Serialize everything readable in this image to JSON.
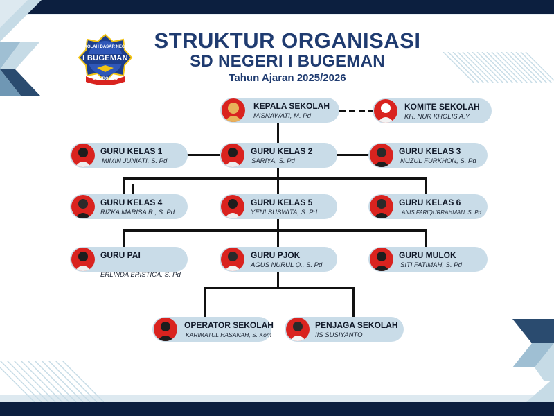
{
  "header": {
    "title": "STRUKTUR ORGANISASI",
    "subtitle": "SD NEGERI I BUGEMAN",
    "year": "Tahun Ajaran 2025/2026"
  },
  "logo": {
    "top_text": "SEKOLAH DASAR NEGERI",
    "main_text": "I BUGEMAN",
    "bottom_text": "SITUBONDO"
  },
  "nodes": {
    "kepala": {
      "role": "KEPALA SEKOLAH",
      "name": "MISNAWATI, M. Pd"
    },
    "komite": {
      "role": "KOMITE SEKOLAH",
      "name": "KH. NUR KHOLIS A.Y"
    },
    "kelas1": {
      "role": "GURU KELAS 1",
      "name": "MIMIN JUNIATI, S. Pd"
    },
    "kelas2": {
      "role": "GURU KELAS 2",
      "name": "SARIYA, S. Pd"
    },
    "kelas3": {
      "role": "GURU KELAS 3",
      "name": "NUZUL FURKHON, S. Pd"
    },
    "kelas4": {
      "role": "GURU KELAS 4",
      "name": "RIZKA MARISA R., S. Pd"
    },
    "kelas5": {
      "role": "GURU KELAS 5",
      "name": "YENI SUSWITA, S. Pd"
    },
    "kelas6": {
      "role": "GURU KELAS 6",
      "name": "ANIS FARIQURRAHMAN, S. Pd"
    },
    "pai": {
      "role": "GURU PAI",
      "name": "ERLINDA ERISTICA, S. Pd"
    },
    "pjok": {
      "role": "GURU PJOK",
      "name": "AGUS NURUL Q., S. Pd"
    },
    "mulok": {
      "role": "GURU MULOK",
      "name": "SITI FATIMAH, S. Pd"
    },
    "operator": {
      "role": "OPERATOR SEKOLAH",
      "name": "KARIMATUL HASANAH, S. Kom"
    },
    "penjaga": {
      "role": "PENJAGA SEKOLAH",
      "name": "IIS SUSIYANTO"
    }
  },
  "colors": {
    "navy": "#0c1f3f",
    "title_blue": "#1f3b70",
    "node_fill": "#c9dce8",
    "avatar_red": "#d9231f"
  }
}
